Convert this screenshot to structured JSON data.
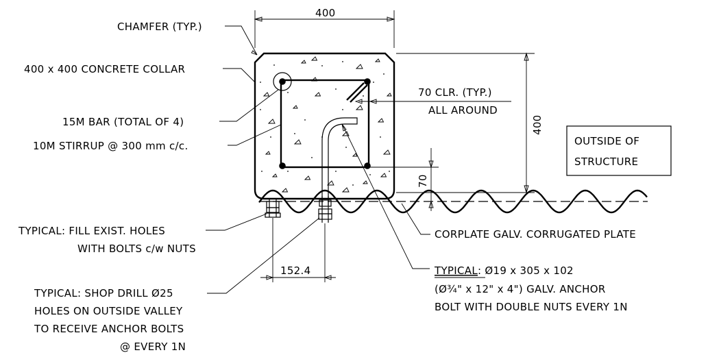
{
  "labels": {
    "chamfer": "CHAMFER (TYP.)",
    "collar": "400 x 400 CONCRETE COLLAR",
    "bar": "15M BAR (TOTAL OF 4)",
    "stirrup": "10M STIRRUP @ 300 mm c/c.",
    "fill_holes_1": "TYPICAL: FILL EXIST. HOLES",
    "fill_holes_2": "WITH BOLTS c/w NUTS",
    "drill_1": "TYPICAL: SHOP DRILL Ø25",
    "drill_2": "HOLES ON OUTSIDE VALLEY",
    "drill_3": "TO RECEIVE ANCHOR BOLTS",
    "drill_4": "@ EVERY 1N",
    "clear_1": "70 CLR. (TYP.)",
    "clear_2": "ALL AROUND",
    "outside_1": "OUTSIDE OF",
    "outside_2": "STRUCTURE",
    "corplate": "CORPLATE GALV. CORRUGATED PLATE",
    "anchor_typ": "TYPICAL",
    "anchor_1_rest": ": Ø19 x 305 x 102",
    "anchor_2": "(Ø¾\" x 12\" x 4\") GALV. ANCHOR",
    "anchor_3": "BOLT WITH DOUBLE NUTS EVERY 1N"
  },
  "dimensions": {
    "top_width": "400",
    "right_height": "400",
    "bottom_spacing": "152.4",
    "embed": "70"
  }
}
